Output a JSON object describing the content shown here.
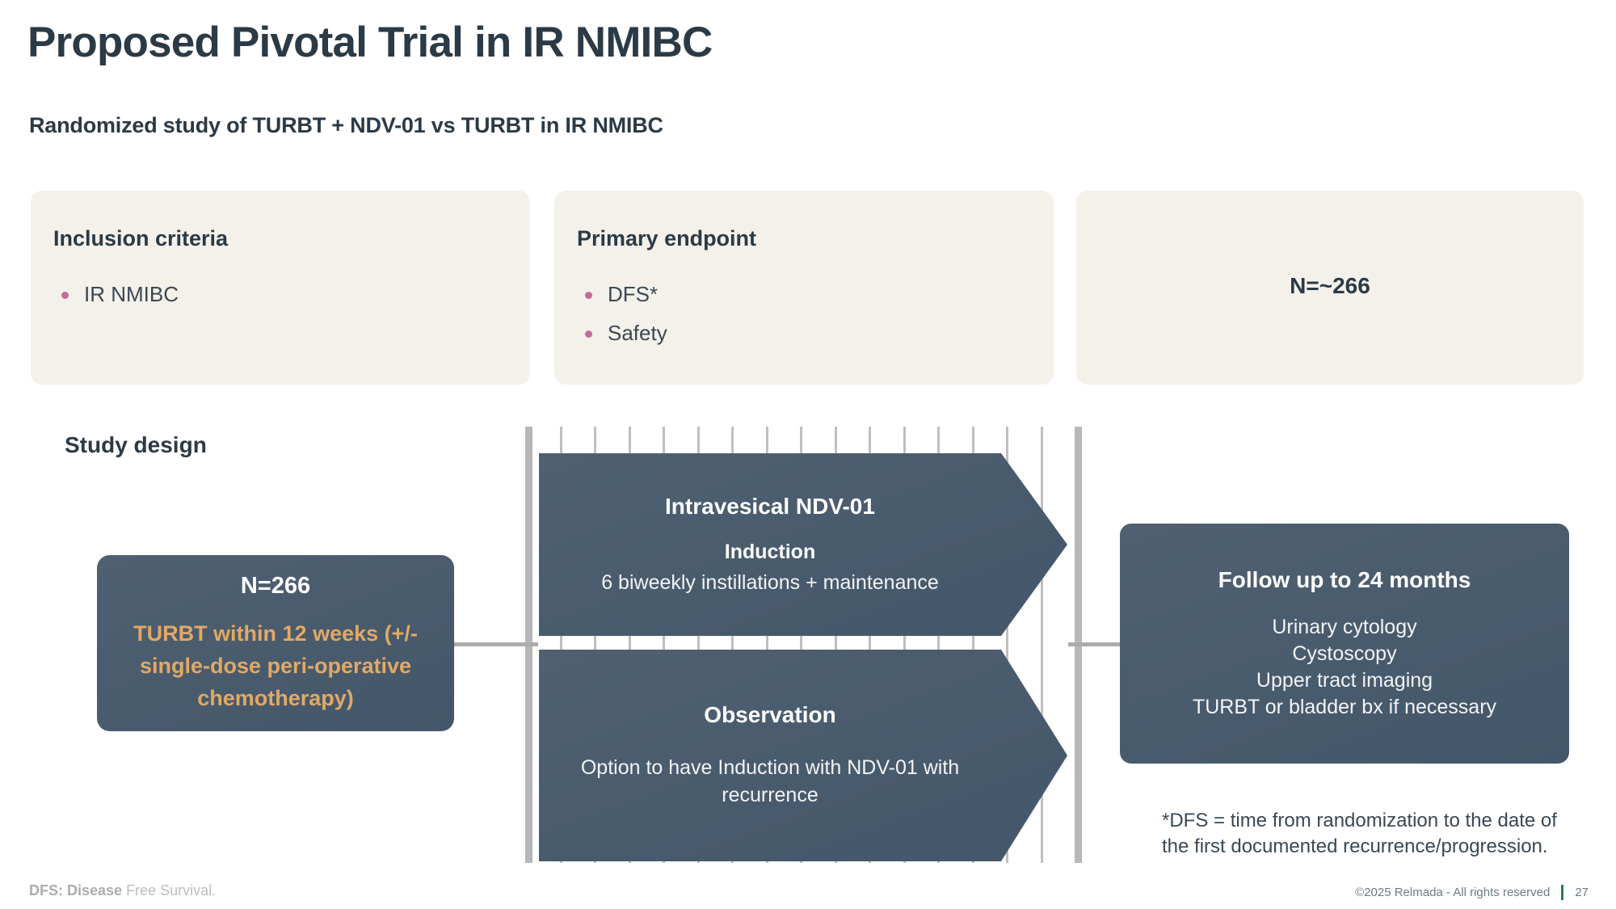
{
  "title": "Proposed Pivotal Trial in IR NMIBC",
  "subtitle": "Randomized study of TURBT + NDV-01 vs TURBT in IR NMIBC",
  "colors": {
    "heading": "#2B3A45",
    "card_bg": "#F4F1EB",
    "bullet": "#C76A99",
    "dark_shape": "#46596B",
    "accent_orange": "#E3A863",
    "gridline": "#BFBFBF",
    "footer_separator": "#2E7D52"
  },
  "cards": {
    "inclusion": {
      "title": "Inclusion criteria",
      "bullets": [
        "IR NMIBC"
      ]
    },
    "endpoint": {
      "title": "Primary endpoint",
      "bullets": [
        "DFS*",
        "Safety"
      ]
    },
    "enrollment": {
      "label": "N=~266"
    }
  },
  "study_design": {
    "section_label": "Study design",
    "turbt_box": {
      "n_label": "N=266",
      "description": "TURBT within 12 weeks (+/- single-dose peri-operative chemotherapy)"
    },
    "arm_treatment": {
      "title": "Intravesical NDV-01",
      "subtitle": "Induction",
      "body": "6 biweekly instillations + maintenance"
    },
    "arm_control": {
      "title": "Observation",
      "body": "Option to have Induction with NDV-01 with recurrence"
    },
    "followup": {
      "title": "Follow up to 24 months",
      "items": [
        "Urinary cytology",
        "Cystoscopy",
        "Upper tract imaging",
        "TURBT or bladder bx if necessary"
      ]
    },
    "gridline_count": 17
  },
  "footnote": "*DFS = time from randomization to the date of the first documented recurrence/progression.",
  "footer": {
    "abbreviation_bold": "DFS: Disease",
    "abbreviation_rest": " Free Survival.",
    "copyright": "©2025 Relmada - All rights reserved",
    "page_number": "27"
  }
}
